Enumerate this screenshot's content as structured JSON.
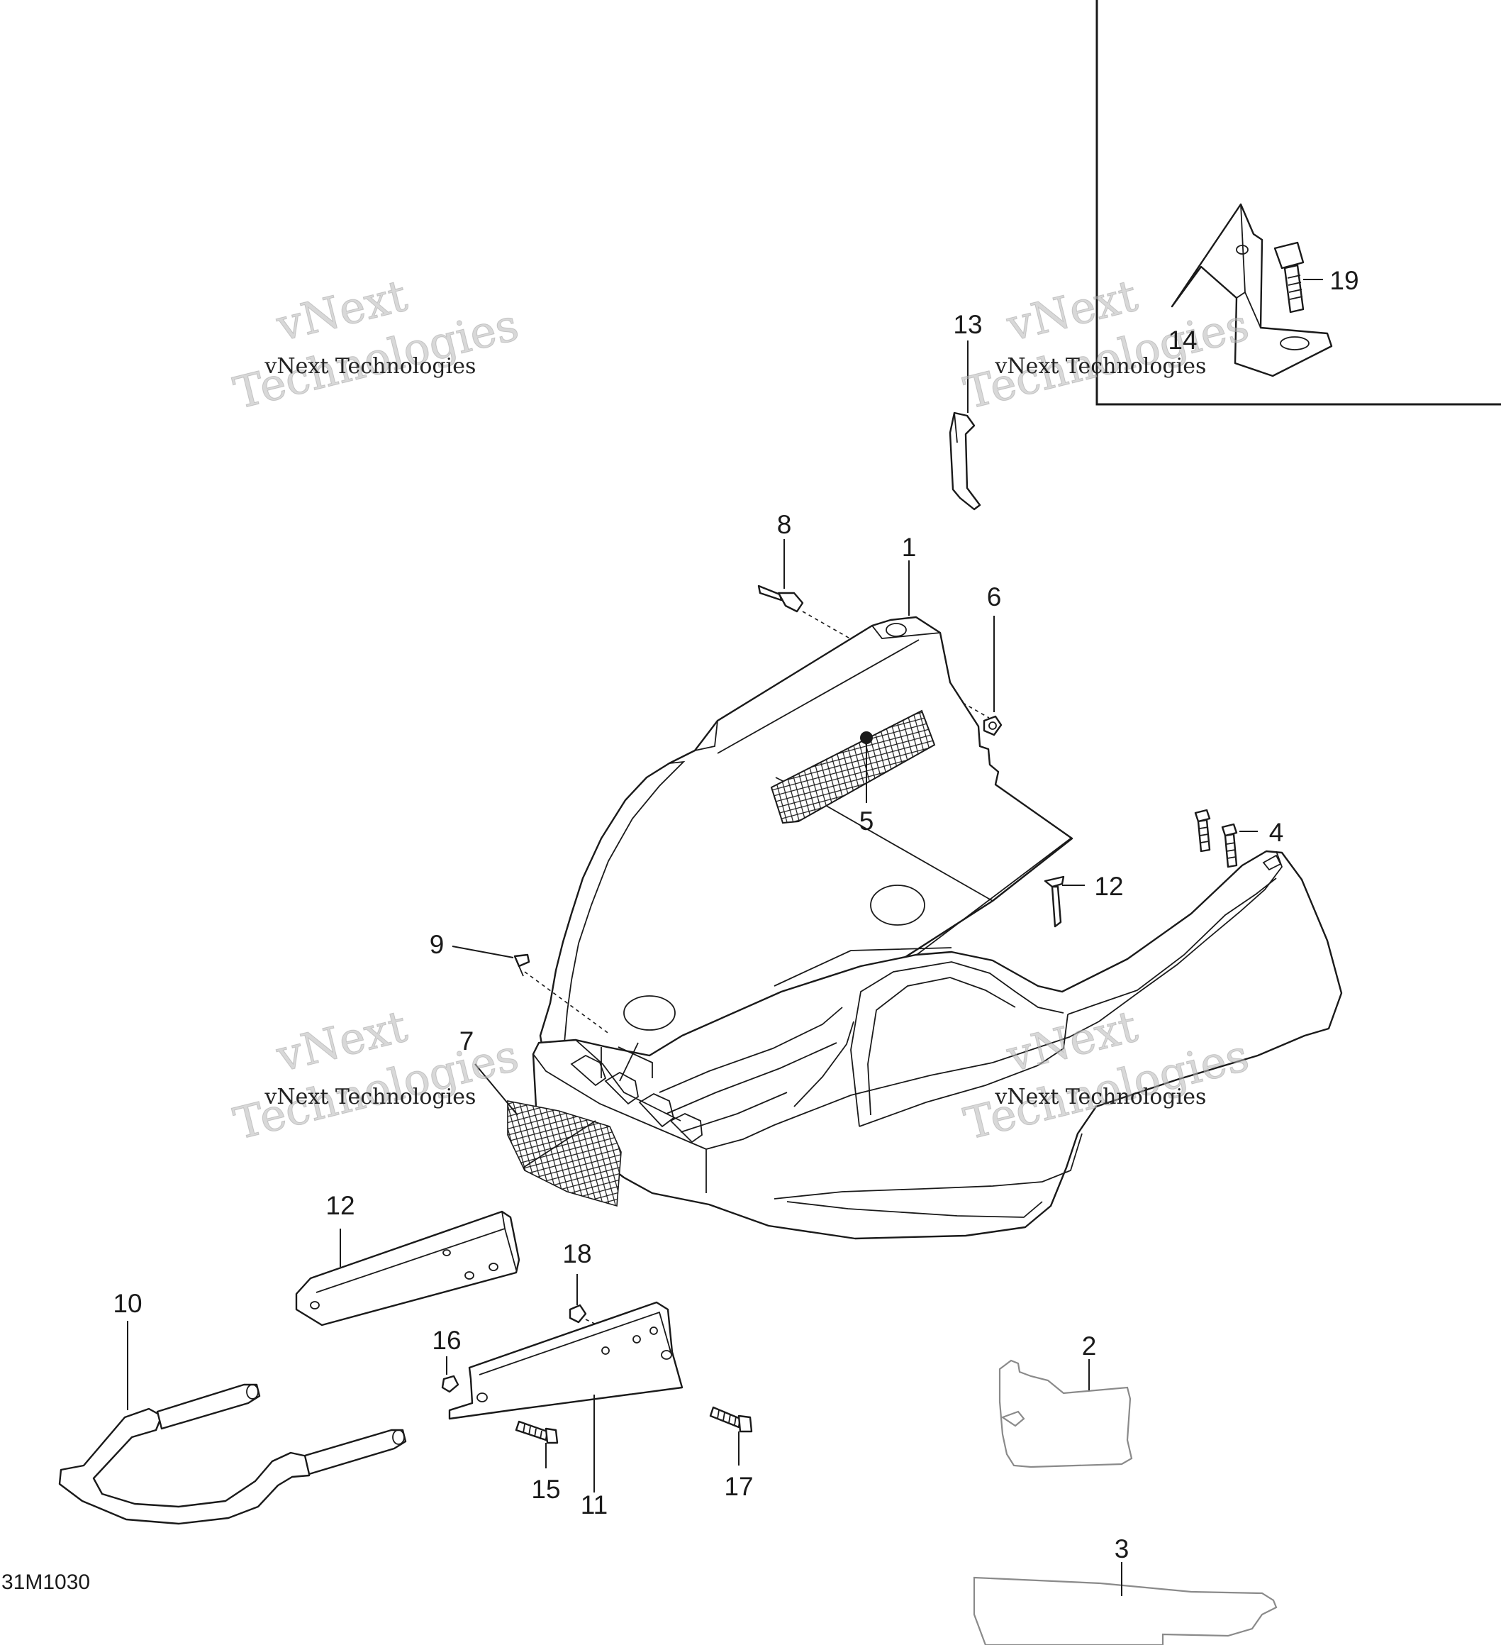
{
  "figure_code": "31M1030",
  "watermark": {
    "line1": "vNext",
    "line2": "Technologies",
    "small": "vNext Technologies"
  },
  "callouts": [
    {
      "id": "c1",
      "label": "1"
    },
    {
      "id": "c2",
      "label": "2"
    },
    {
      "id": "c3",
      "label": "3"
    },
    {
      "id": "c4",
      "label": "4"
    },
    {
      "id": "c5",
      "label": "5"
    },
    {
      "id": "c6",
      "label": "6"
    },
    {
      "id": "c7",
      "label": "7"
    },
    {
      "id": "c8",
      "label": "8"
    },
    {
      "id": "c9",
      "label": "9"
    },
    {
      "id": "c10",
      "label": "10"
    },
    {
      "id": "c11",
      "label": "11"
    },
    {
      "id": "c12a",
      "label": "12"
    },
    {
      "id": "c12b",
      "label": "12"
    },
    {
      "id": "c13",
      "label": "13"
    },
    {
      "id": "c14",
      "label": "14"
    },
    {
      "id": "c15",
      "label": "15"
    },
    {
      "id": "c16",
      "label": "16"
    },
    {
      "id": "c17",
      "label": "17"
    },
    {
      "id": "c18",
      "label": "18"
    },
    {
      "id": "c19",
      "label": "19"
    }
  ],
  "colors": {
    "line": "#1a1a1a",
    "watermark": "#b8b8b8",
    "ghost_part": "#8a8a8a"
  }
}
